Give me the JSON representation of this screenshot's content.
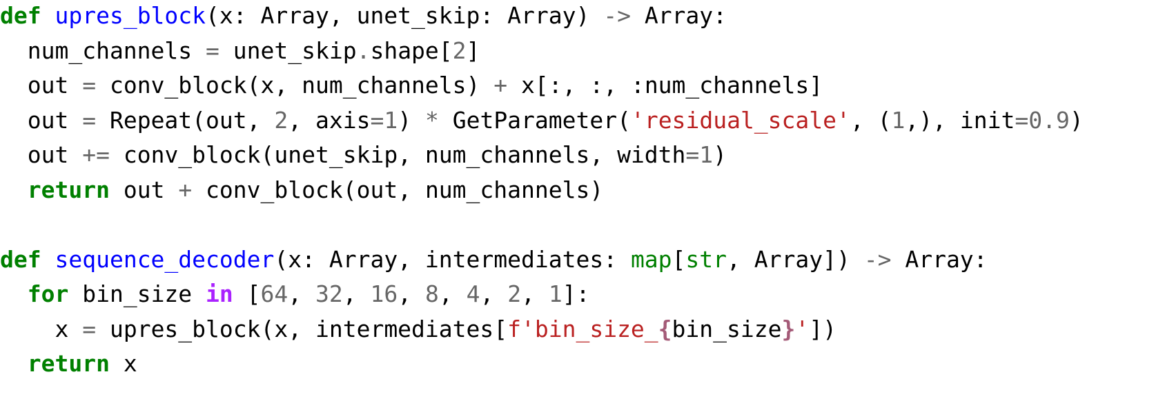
{
  "code": {
    "lines": [
      [
        {
          "t": "def",
          "k": "kw"
        },
        {
          "t": " ",
          "k": "plain"
        },
        {
          "t": "upres_block",
          "k": "fn"
        },
        {
          "t": "(x: Array, unet_skip: Array) ",
          "k": "plain"
        },
        {
          "t": "->",
          "k": "op"
        },
        {
          "t": " Array:",
          "k": "plain"
        }
      ],
      [
        {
          "t": "  num_channels ",
          "k": "plain"
        },
        {
          "t": "=",
          "k": "op"
        },
        {
          "t": " unet_skip",
          "k": "plain"
        },
        {
          "t": ".",
          "k": "op"
        },
        {
          "t": "shape[",
          "k": "plain"
        },
        {
          "t": "2",
          "k": "num"
        },
        {
          "t": "]",
          "k": "plain"
        }
      ],
      [
        {
          "t": "  out ",
          "k": "plain"
        },
        {
          "t": "=",
          "k": "op"
        },
        {
          "t": " conv_block(x, num_channels) ",
          "k": "plain"
        },
        {
          "t": "+",
          "k": "op"
        },
        {
          "t": " x[:, :, :num_channels]",
          "k": "plain"
        }
      ],
      [
        {
          "t": "  out ",
          "k": "plain"
        },
        {
          "t": "=",
          "k": "op"
        },
        {
          "t": " Repeat(out, ",
          "k": "plain"
        },
        {
          "t": "2",
          "k": "num"
        },
        {
          "t": ", axis",
          "k": "plain"
        },
        {
          "t": "=",
          "k": "op"
        },
        {
          "t": "1",
          "k": "num"
        },
        {
          "t": ") ",
          "k": "plain"
        },
        {
          "t": "*",
          "k": "op"
        },
        {
          "t": " GetParameter(",
          "k": "plain"
        },
        {
          "t": "'residual_scale'",
          "k": "str"
        },
        {
          "t": ", (",
          "k": "plain"
        },
        {
          "t": "1",
          "k": "num"
        },
        {
          "t": ",), init",
          "k": "plain"
        },
        {
          "t": "=",
          "k": "op"
        },
        {
          "t": "0.9",
          "k": "num"
        },
        {
          "t": ")",
          "k": "plain"
        }
      ],
      [
        {
          "t": "  out ",
          "k": "plain"
        },
        {
          "t": "+=",
          "k": "op"
        },
        {
          "t": " conv_block(unet_skip, num_channels, width",
          "k": "plain"
        },
        {
          "t": "=",
          "k": "op"
        },
        {
          "t": "1",
          "k": "num"
        },
        {
          "t": ")",
          "k": "plain"
        }
      ],
      [
        {
          "t": "  ",
          "k": "plain"
        },
        {
          "t": "return",
          "k": "kw"
        },
        {
          "t": " out ",
          "k": "plain"
        },
        {
          "t": "+",
          "k": "op"
        },
        {
          "t": " conv_block(out, num_channels)",
          "k": "plain"
        }
      ],
      [],
      [
        {
          "t": "def",
          "k": "kw"
        },
        {
          "t": " ",
          "k": "plain"
        },
        {
          "t": "sequence_decoder",
          "k": "fn"
        },
        {
          "t": "(x: Array, intermediates: ",
          "k": "plain"
        },
        {
          "t": "map",
          "k": "builtin"
        },
        {
          "t": "[",
          "k": "plain"
        },
        {
          "t": "str",
          "k": "builtin"
        },
        {
          "t": ", Array]) ",
          "k": "plain"
        },
        {
          "t": "->",
          "k": "op"
        },
        {
          "t": " Array:",
          "k": "plain"
        }
      ],
      [
        {
          "t": "  ",
          "k": "plain"
        },
        {
          "t": "for",
          "k": "kw"
        },
        {
          "t": " bin_size ",
          "k": "plain"
        },
        {
          "t": "in",
          "k": "wordop"
        },
        {
          "t": " [",
          "k": "plain"
        },
        {
          "t": "64",
          "k": "num"
        },
        {
          "t": ", ",
          "k": "plain"
        },
        {
          "t": "32",
          "k": "num"
        },
        {
          "t": ", ",
          "k": "plain"
        },
        {
          "t": "16",
          "k": "num"
        },
        {
          "t": ", ",
          "k": "plain"
        },
        {
          "t": "8",
          "k": "num"
        },
        {
          "t": ", ",
          "k": "plain"
        },
        {
          "t": "4",
          "k": "num"
        },
        {
          "t": ", ",
          "k": "plain"
        },
        {
          "t": "2",
          "k": "num"
        },
        {
          "t": ", ",
          "k": "plain"
        },
        {
          "t": "1",
          "k": "num"
        },
        {
          "t": "]:",
          "k": "plain"
        }
      ],
      [
        {
          "t": "    x ",
          "k": "plain"
        },
        {
          "t": "=",
          "k": "op"
        },
        {
          "t": " upres_block(x, intermediates[",
          "k": "plain"
        },
        {
          "t": "f'bin_size_",
          "k": "str"
        },
        {
          "t": "{",
          "k": "interp"
        },
        {
          "t": "bin_size",
          "k": "plain"
        },
        {
          "t": "}",
          "k": "interp"
        },
        {
          "t": "'",
          "k": "str"
        },
        {
          "t": "])",
          "k": "plain"
        }
      ],
      [
        {
          "t": "  ",
          "k": "plain"
        },
        {
          "t": "return",
          "k": "kw"
        },
        {
          "t": " x",
          "k": "plain"
        }
      ]
    ],
    "colors": {
      "keyword": "#008000",
      "function_name": "#0000ff",
      "string": "#ba2121",
      "number": "#666666",
      "operator": "#666666",
      "builtin": "#008000",
      "word_operator": "#aa22ff",
      "interpolation": "#a45a77",
      "text": "#000000",
      "background": "#ffffff"
    }
  }
}
